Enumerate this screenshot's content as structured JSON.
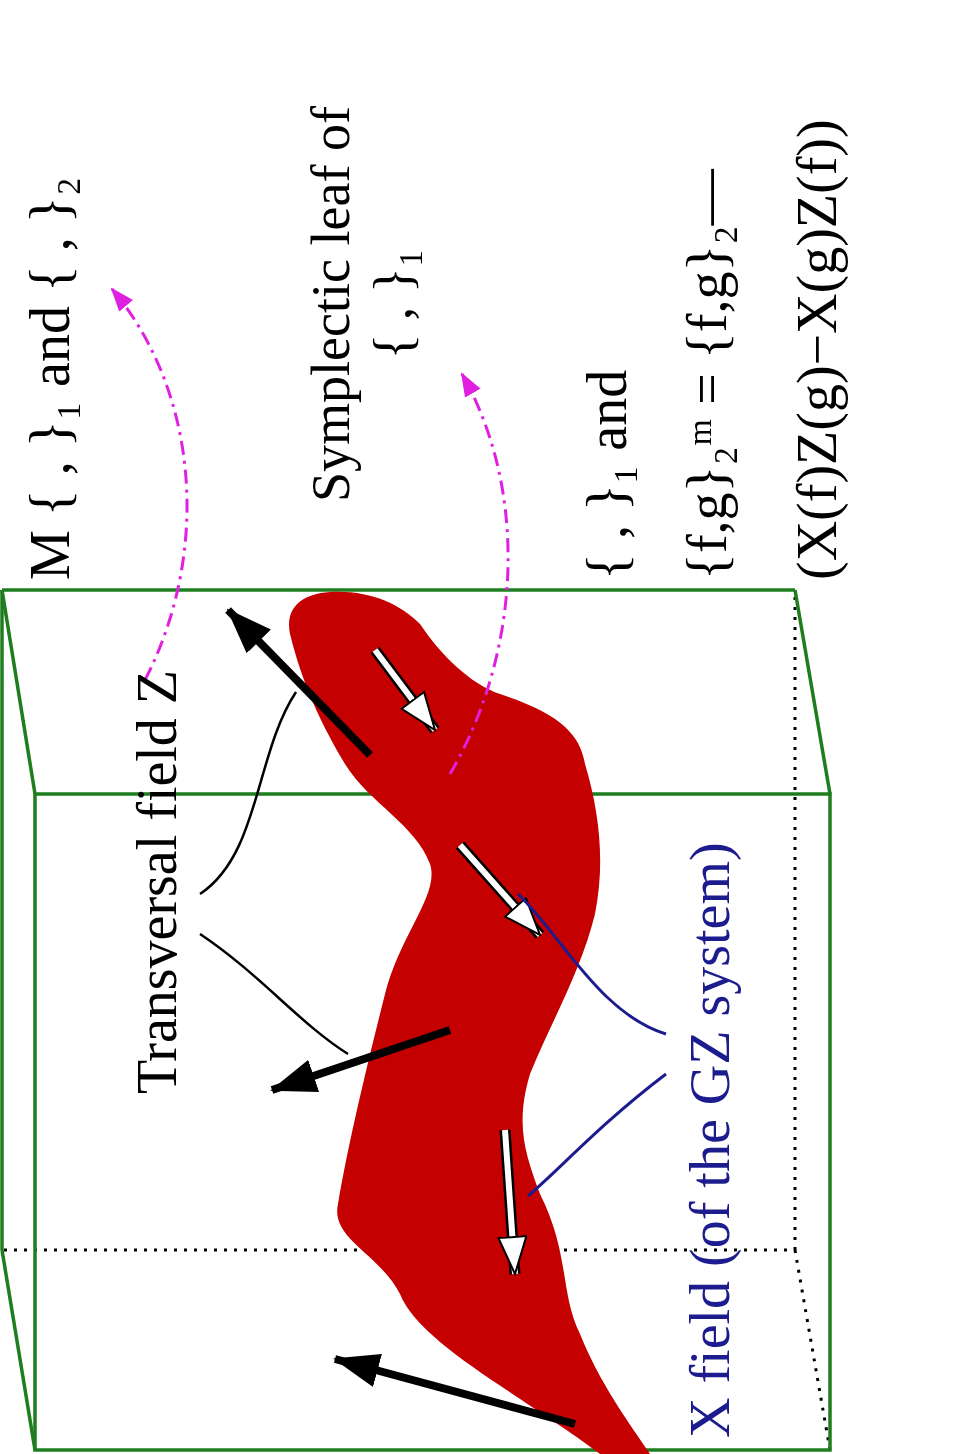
{
  "diagram": {
    "labels": [
      "M { , }₁ and { , }₂",
      "Symplectic leaf of { , }₁",
      "{ , }₁ and",
      "{f,g}₂ᵐ = {f,g}₂—",
      "(X(f)Z(g)−X(g)Z(f))",
      "Transversal field Z",
      "X field (of the GZ system)"
    ]
  }
}
